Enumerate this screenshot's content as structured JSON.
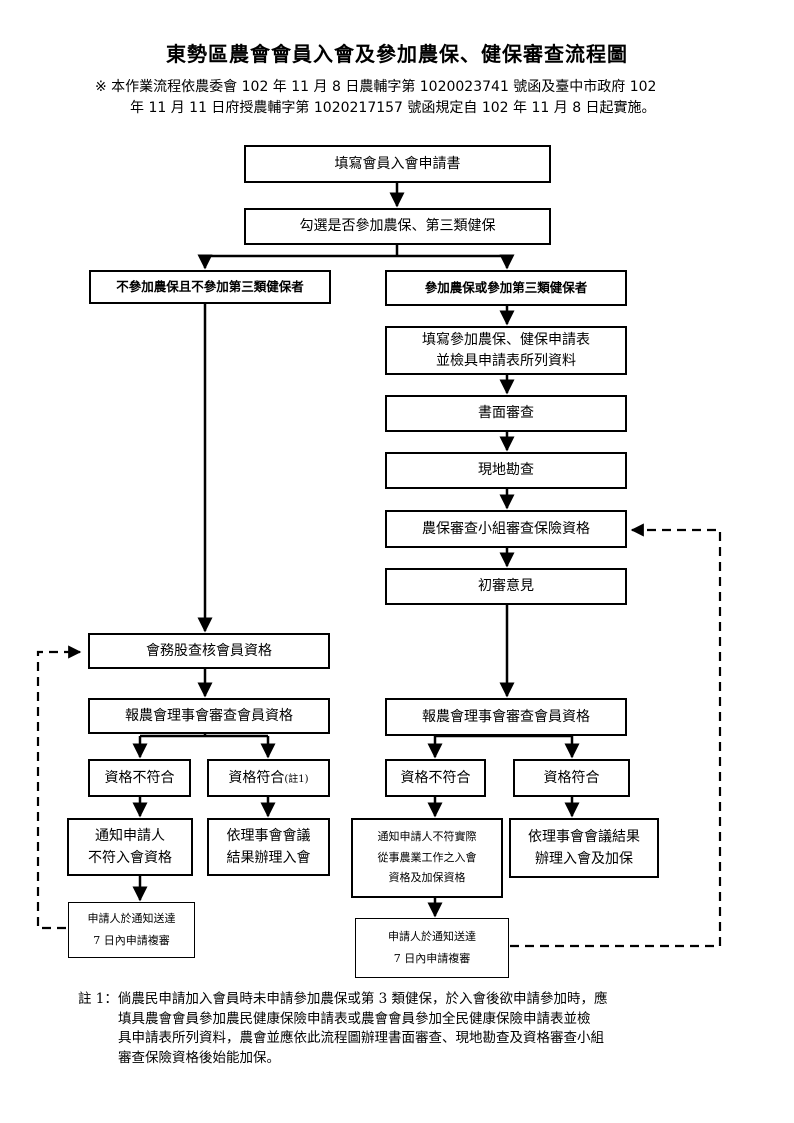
{
  "title": "東勢區農會會員入會及參加農保、健保審查流程圖",
  "header_note": {
    "line1": "※  本作業流程依農委會 102 年 11 月 8 日農輔字第 1020023741 號函及臺中市政府 102",
    "line2": "年 11 月 11 日府授農輔字第 1020217157 號函規定自 102 年 11 月 8 日起實施。"
  },
  "flow": {
    "fill_application": "填寫會員入會申請書",
    "check_choice": "勾選是否參加農保、第三類健保",
    "no_insurance": "不參加農保且不參加第三類健保者",
    "with_insurance": "參加農保或參加第三類健保者",
    "fill_insurance_form": {
      "line1": "填寫參加農保、健保申請表",
      "line2": "並檢具申請表所列資料"
    },
    "document_review": "書面審查",
    "site_inspection": "現地勘查",
    "group_review": "農保審查小組審查保險資格",
    "initial_opinion": "初審意見",
    "membership_check": "會務股查核會員資格",
    "board_review_left": "報農會理事會審查會員資格",
    "board_review_right": "報農會理事會審查會員資格",
    "left_unqualified": "資格不符合",
    "left_qualified": "資格符合",
    "left_qualified_note": "(註1)",
    "right_unqualified": "資格不符合",
    "right_qualified": "資格符合",
    "notify_left": {
      "line1": "通知申請人",
      "line2": "不符入會資格"
    },
    "resolution_left": {
      "line1": "依理事會會議",
      "line2": "結果辦理入會"
    },
    "notify_right": {
      "line1": "通知申請人不符實際",
      "line2": "從事農業工作之入會",
      "line3": "資格及加保資格"
    },
    "resolution_right": {
      "line1": "依理事會會議結果",
      "line2": "辦理入會及加保"
    },
    "appeal_left": {
      "line1": "申請人於通知送達",
      "line2": "7 日內申請複審"
    },
    "appeal_right": {
      "line1": "申請人於通知送達",
      "line2": "7 日內申請複審"
    }
  },
  "footnote": {
    "line1": "註 1：倘農民申請加入會員時未申請參加農保或第 3 類健保，於入會後欲申請參加時，應",
    "line2": "填具農會會員參加農民健康保險申請表或農會會員參加全民健康保險申請表並檢",
    "line3": "具申請表所列資料，農會並應依此流程圖辦理書面審查、現地勘查及資格審查小組",
    "line4": "審查保險資格後始能加保。"
  }
}
